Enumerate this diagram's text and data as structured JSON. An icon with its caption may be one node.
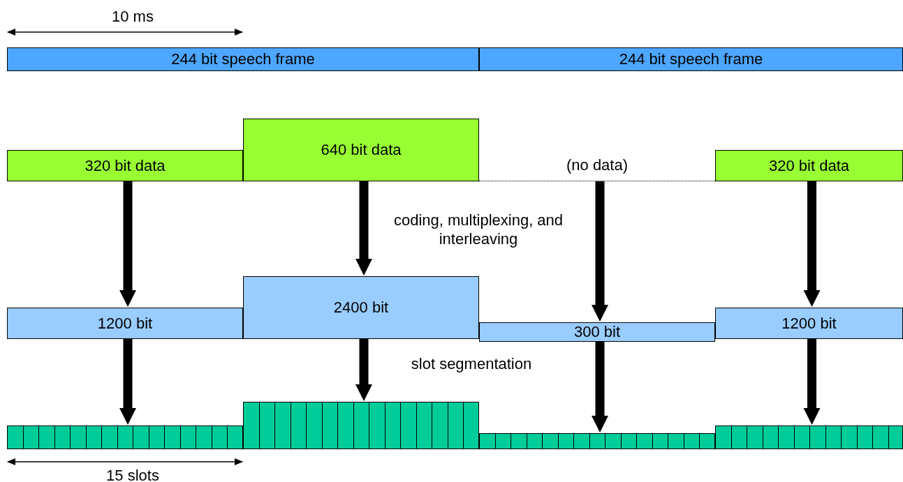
{
  "diagram": {
    "nodes": [
      {
        "text": [
          "244 bit speech frame"
        ]
      },
      {
        "text": [
          "244 bit speech frame"
        ]
      },
      {
        "text": [
          "320 bit data"
        ]
      },
      {
        "text": [
          "640 bit data"
        ]
      },
      {
        "text": [
          "(no data)"
        ]
      },
      {
        "text": [
          "320 bit data"
        ]
      },
      {
        "text": [
          "1200 bit"
        ]
      },
      {
        "text": [
          "2400 bit"
        ]
      },
      {
        "text": [
          "300 bit"
        ]
      },
      {
        "text": [
          "1200 bit"
        ]
      },
      {
        "text": [],
        "shape": "bar"
      },
      {
        "text": [],
        "shape": "bar"
      },
      {
        "text": [],
        "shape": "bar"
      },
      {
        "text": [],
        "shape": "bar"
      }
    ],
    "edges": [
      {
        "from": 2,
        "to": 6,
        "arrow": "to"
      },
      {
        "from": 3,
        "to": 7,
        "arrow": "to"
      },
      {
        "from": 4,
        "to": 8,
        "arrow": "to"
      },
      {
        "from": 5,
        "to": 9,
        "arrow": "to"
      },
      {
        "from": 6,
        "to": 10,
        "arrow": "to"
      },
      {
        "from": 7,
        "to": 11,
        "arrow": "to"
      },
      {
        "from": 8,
        "to": 12,
        "arrow": "to"
      },
      {
        "from": 9,
        "to": 13,
        "arrow": "to"
      }
    ],
    "labels": [
      "10 ms",
      "coding, multiplexing, and interleaving",
      "slot segmentation",
      "15 slots"
    ]
  }
}
